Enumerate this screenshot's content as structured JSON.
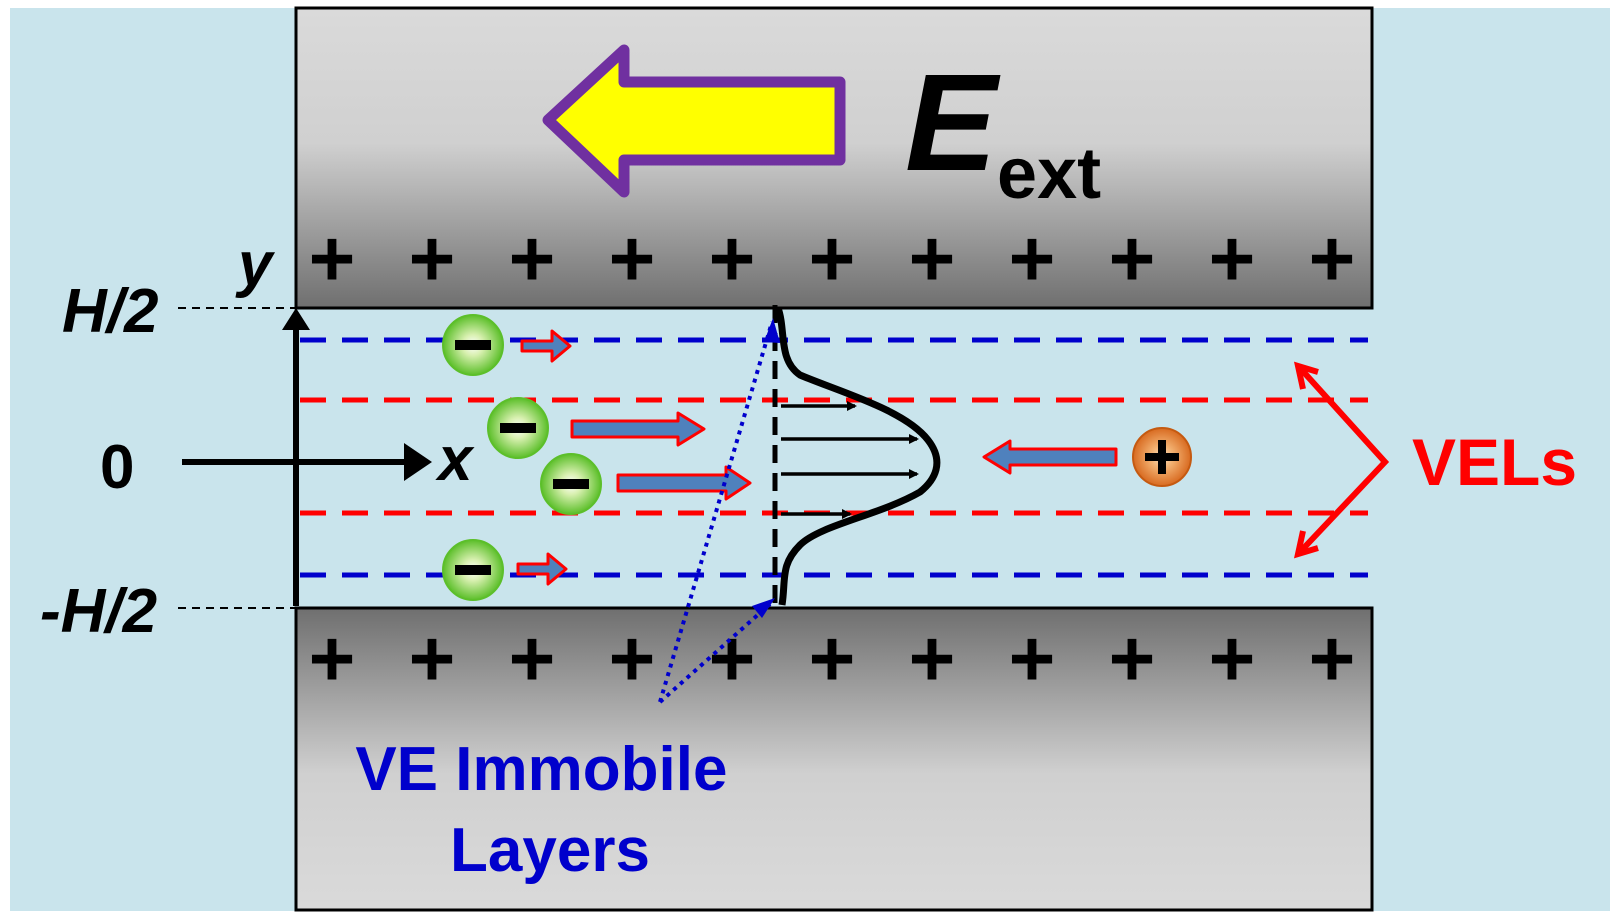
{
  "field": {
    "symbol": "E",
    "subscript": "ext"
  },
  "axes": {
    "y_label": "y",
    "x_label": "x",
    "top_label": "H/2",
    "bottom_label": "-H/2",
    "origin_label": "0"
  },
  "wall_charge_symbol": "+",
  "wall_charge_count_per_wall": 11,
  "labels": {
    "vels": "VELs",
    "immobile_line1": "VE Immobile",
    "immobile_line2": "Layers"
  },
  "colors": {
    "background": "#c9e4ec",
    "channel": "#c9e4ec",
    "wall_light": "#d9d9d9",
    "wall_dark": "#707070",
    "field_arrow_fill": "#ffff00",
    "field_arrow_stroke": "#7030a0",
    "immobile_layer_line": "#0000cc",
    "vel_line": "#ff0000",
    "vels_text": "#ff0000",
    "immobile_text": "#0000cc",
    "ion_arrow_fill": "#4f81bd",
    "ion_arrow_stroke": "#ff0000",
    "negative_ion": "#66cc33",
    "positive_ion": "#e07b39"
  },
  "icons": {
    "negative_ion": "minus-in-circle",
    "positive_ion": "plus-in-circle",
    "field_direction": "left-arrow"
  }
}
